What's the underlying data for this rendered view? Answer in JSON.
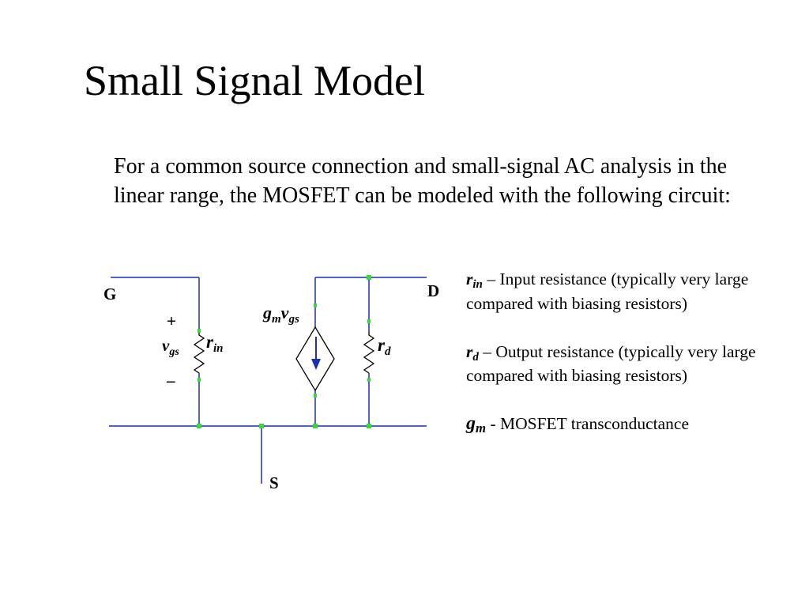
{
  "slide": {
    "title": "Small Signal Model",
    "intro": "For a common source connection and small-signal AC analysis in the linear range, the MOSFET can be modeled with the following circuit:"
  },
  "circuit": {
    "gate_label": "G",
    "drain_label": "D",
    "source_label": "S",
    "plus_sign": "+",
    "minus_sign": "–",
    "vgs_main": "v",
    "vgs_sub": "gs",
    "rin_main": "r",
    "rin_sub": "in",
    "rd_main": "r",
    "rd_sub": "d",
    "gm_main": "g",
    "gm_sub": "m",
    "gm_v_main": "v",
    "gm_v_sub": "gs",
    "wire_color": "#1a2fb8",
    "node_color": "#33dd33",
    "source_arrow_color": "#1a2fb8"
  },
  "notes": {
    "rin": {
      "sym": "r",
      "sub": "in",
      "text": " – Input resistance (typically very large compared with biasing resistors)"
    },
    "rd": {
      "sym": "r",
      "sub": "d",
      "text": " – Output resistance (typically very large compared with biasing resistors)"
    },
    "gm": {
      "sym": "g",
      "sub": "m",
      "text": " - MOSFET transconductance"
    }
  }
}
